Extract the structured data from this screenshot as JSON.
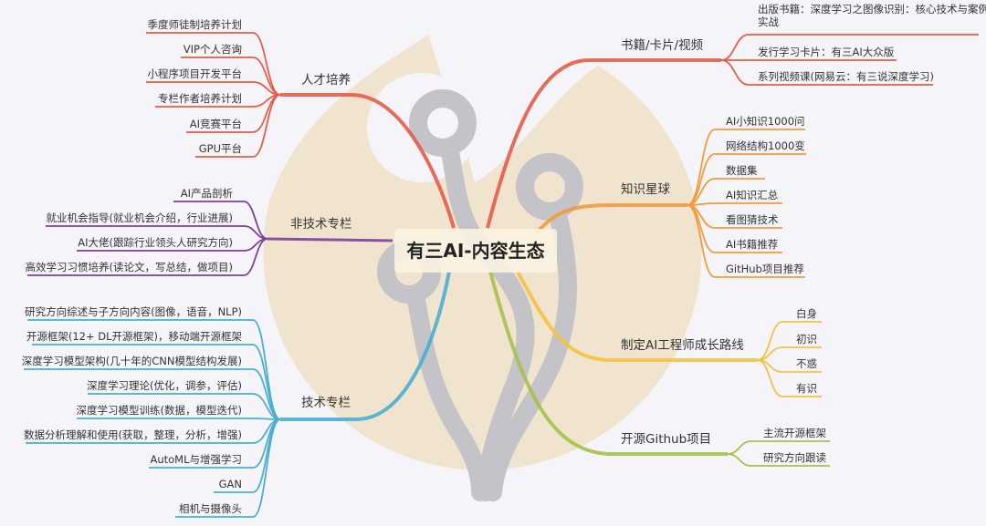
{
  "center": {
    "title": "有三AI-内容生态"
  },
  "watermark": {
    "fill": "#f1e4cf",
    "circuit": "#c3c3c8"
  },
  "branches": [
    {
      "label": "人才培养",
      "color": "#e65c48",
      "side": "left",
      "children": [
        "季度师徒制培养计划",
        "VIP个人咨询",
        "小程序项目开发平台",
        "专栏作者培养计划",
        "AI竞赛平台",
        "GPU平台"
      ]
    },
    {
      "label": "非技术专栏",
      "color": "#7d3f98",
      "side": "left",
      "children": [
        "AI产品剖析",
        "就业机会指导(就业机会介绍，行业进展)",
        "AI大佬(跟踪行业领头人研究方向)",
        "高效学习习惯培养(读论文，写总结，做项目)"
      ]
    },
    {
      "label": "技术专栏",
      "color": "#4aaed0",
      "side": "left",
      "children": [
        "研究方向综述与子方向内容(图像，语音，NLP)",
        "开源框架(12+ DL开源框架)，移动端开源框架",
        "深度学习模型架构(几十年的CNN模型结构发展)",
        "深度学习理论(优化，调参，评估)",
        "深度学习模型训练(数据，模型迭代)",
        "数据分析理解和使用(获取，整理，分析，增强)",
        "AutoML与增强学习",
        "GAN",
        "相机与摄像头"
      ]
    },
    {
      "label": "书籍/卡片/视频",
      "color": "#e65c48",
      "side": "right",
      "children": [
        "出版书籍：深度学习之图像识别：核心技术与案例实战",
        "发行学习卡片：有三AI大众版",
        "系列视频课(网易云：有三说深度学习)"
      ]
    },
    {
      "label": "知识星球",
      "color": "#f39a3a",
      "side": "right",
      "children": [
        "AI小知识1000问",
        "网络结构1000变",
        "数据集",
        "AI知识汇总",
        "看图猜技术",
        "AI书籍推荐",
        "GitHub项目推荐"
      ]
    },
    {
      "label": "制定AI工程师成长路线",
      "color": "#f4c243",
      "side": "right",
      "children": [
        "白身",
        "初识",
        "不惑",
        "有识"
      ]
    },
    {
      "label": "开源Github项目",
      "color": "#a5c14b",
      "side": "right",
      "children": [
        "主流开源框架",
        "研究方向跟读"
      ]
    }
  ]
}
